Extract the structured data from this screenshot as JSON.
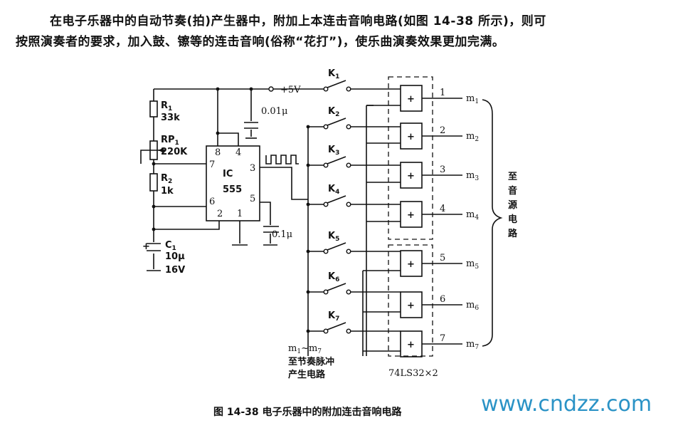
{
  "intro": {
    "line1": "在电子乐器中的自动节奏(拍)产生器中，附加上本连击音响电路(如图 14-38 所示)，则可",
    "line2": "按照演奏者的要求，加入鼓、镲等的连击音响(俗称“花打”)，使乐曲演奏效果更加完满。"
  },
  "circuit": {
    "supply": "+5V",
    "r1": {
      "name": "R",
      "sub": "1",
      "value": "33k"
    },
    "rp1": {
      "name": "RP",
      "sub": "1",
      "value": "220K"
    },
    "r2": {
      "name": "R",
      "sub": "2",
      "value": "1k"
    },
    "c1": {
      "name": "C",
      "sub": "1",
      "value1": "10μ",
      "value2": "16V",
      "plus": "+"
    },
    "c_top": "0.01μ",
    "c_bottom": "0.1μ",
    "ic": {
      "name": "IC",
      "part": "555",
      "pins": [
        "8",
        "4",
        "7",
        "3",
        "6",
        "5",
        "2",
        "1"
      ]
    },
    "switches": [
      {
        "name": "K",
        "sub": "1"
      },
      {
        "name": "K",
        "sub": "2"
      },
      {
        "name": "K",
        "sub": "3"
      },
      {
        "name": "K",
        "sub": "4"
      },
      {
        "name": "K",
        "sub": "5"
      },
      {
        "name": "K",
        "sub": "6"
      },
      {
        "name": "K",
        "sub": "7"
      }
    ],
    "gate_symbol": "+",
    "outputs": [
      {
        "num": "1",
        "label": "m",
        "sub": "1"
      },
      {
        "num": "2",
        "label": "m",
        "sub": "2"
      },
      {
        "num": "3",
        "label": "m",
        "sub": "3"
      },
      {
        "num": "4",
        "label": "m",
        "sub": "4"
      },
      {
        "num": "5",
        "label": "m",
        "sub": "5"
      },
      {
        "num": "6",
        "label": "m",
        "sub": "6"
      },
      {
        "num": "7",
        "label": "m",
        "sub": "7"
      }
    ],
    "range_label": {
      "a": "m",
      "a_sub": "1",
      "mid": "~m",
      "b_sub": "7"
    },
    "to_pulse_line1": "至节奏脉冲",
    "to_pulse_line2": "产生电路",
    "chip_label": "74LS32×2",
    "to_source": [
      "至",
      "音",
      "源",
      "电",
      "路"
    ]
  },
  "caption": "图 14-38   电子乐器中的附加连击音响电路",
  "watermark": "www.cndzz.com"
}
